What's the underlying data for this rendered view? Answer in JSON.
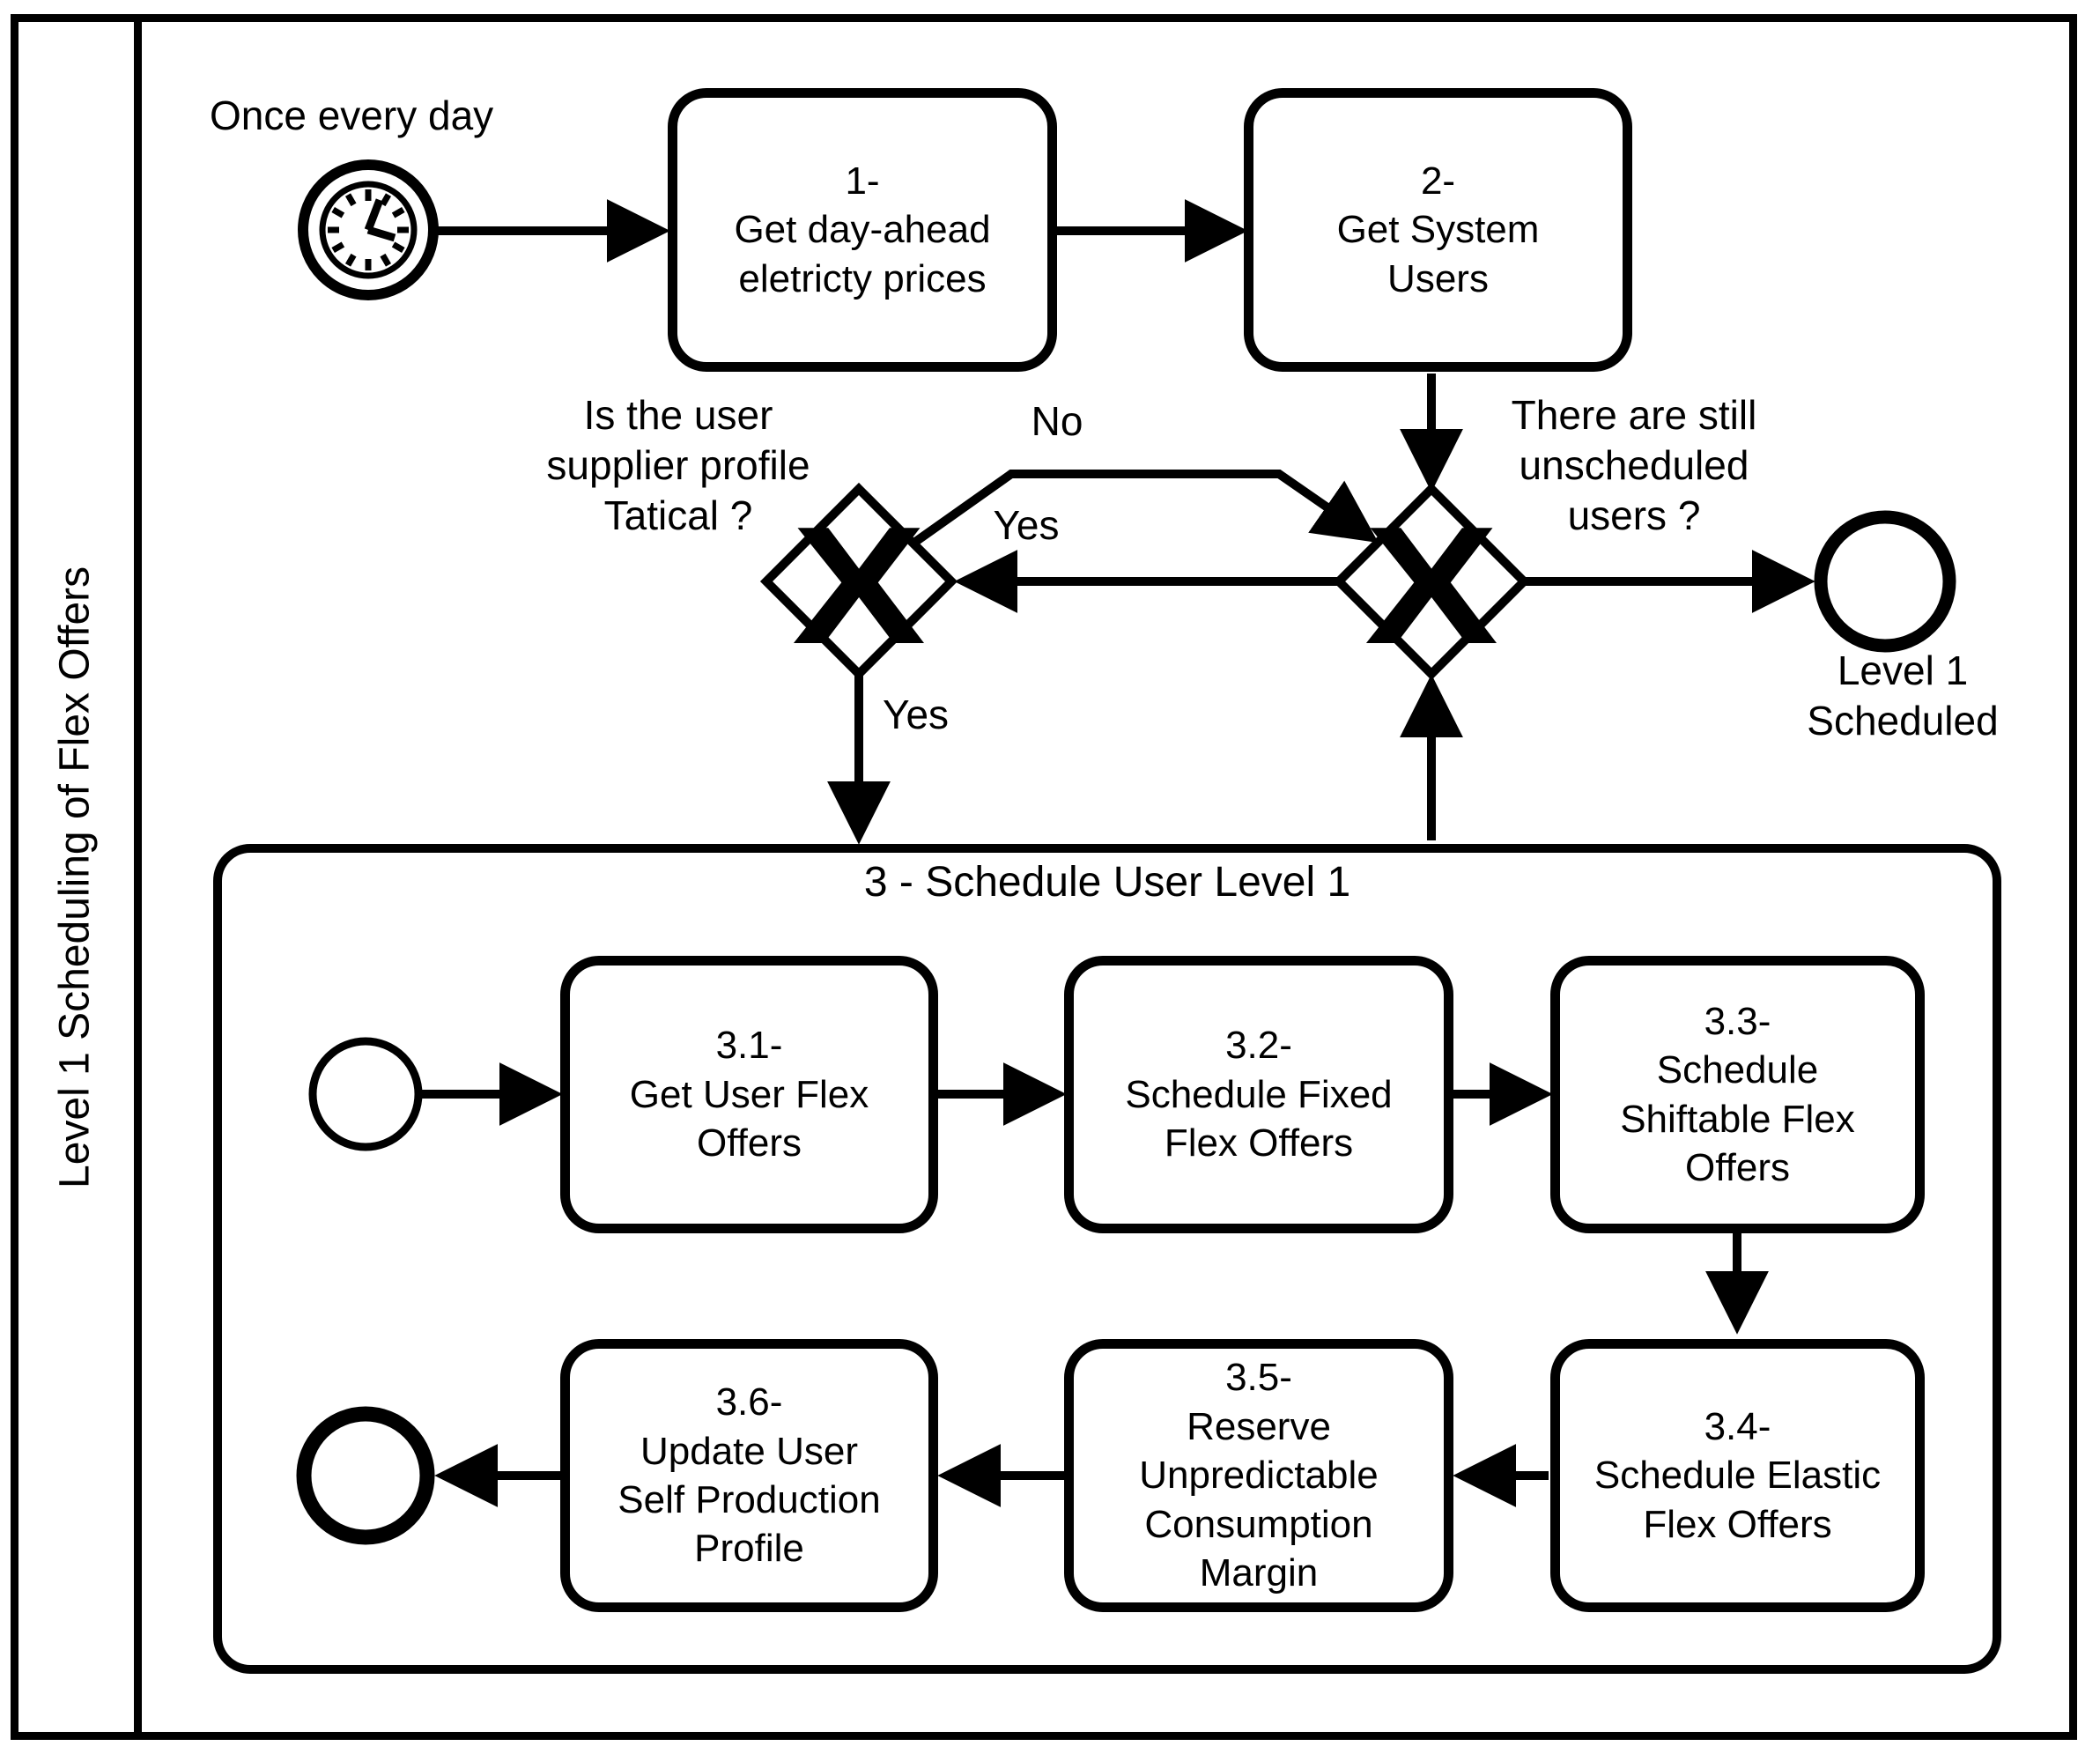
{
  "colors": {
    "foreground": "#000000",
    "background": "#ffffff"
  },
  "pool": {
    "lane_title": "Level 1 Scheduling of Flex Offers"
  },
  "start": {
    "label": "Once every day"
  },
  "tasks": {
    "t1": "1-\nGet day-ahead\neletricty prices",
    "t2": "2-\nGet System\nUsers",
    "t31": "3.1-\nGet User Flex\nOffers",
    "t32": "3.2-\nSchedule Fixed\nFlex Offers",
    "t33": "3.3-\nSchedule\nShiftable Flex\nOffers",
    "t34": "3.4-\nSchedule Elastic\nFlex Offers",
    "t35": "3.5-\nReserve\nUnpredictable\nConsumption\nMargin",
    "t36": "3.6-\nUpdate User\nSelf Production\nProfile"
  },
  "subprocess": {
    "title": "3 - Schedule User Level 1"
  },
  "gateways": {
    "tactical": {
      "symbol": "X",
      "question": "Is the user\nsupplier profile\nTatical ?"
    },
    "unscheduled": {
      "symbol": "X",
      "question": "There are still\nunscheduled\nusers ?"
    }
  },
  "flows": {
    "no": "No",
    "yes": "Yes",
    "yes_down": "Yes"
  },
  "end": {
    "label": "Level 1\nScheduled"
  }
}
